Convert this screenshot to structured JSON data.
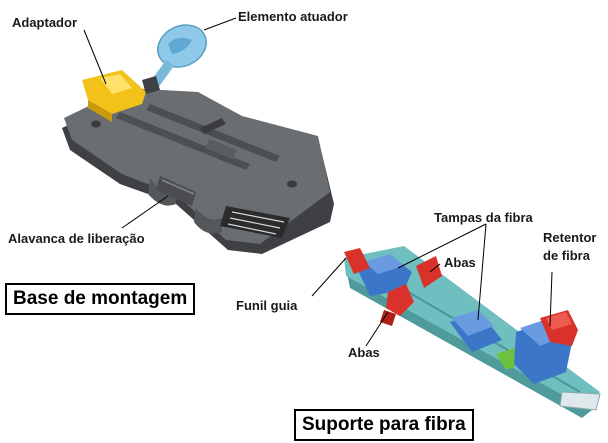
{
  "labels": {
    "adaptador": "Adaptador",
    "elemento_atuador": "Elemento atuador",
    "alavanca": "Alavanca de liberação",
    "tampas": "Tampas da fibra",
    "retentor_1": "Retentor",
    "retentor_2": "de fibra",
    "abas_top": "Abas",
    "funil": "Funil guia",
    "abas_bottom": "Abas"
  },
  "titles": {
    "base": "Base de montagem",
    "suporte": "Suporte para fibra"
  },
  "colors": {
    "base_dark": "#4a4c4f",
    "base_top": "#6a6d70",
    "adapter_yellow": "#f2c21a",
    "actuator_blue": "#8ec9e8",
    "holder_teal": "#6fbfc0",
    "cover_blue": "#3b76c9",
    "retainer_red": "#d8322a",
    "accent_green": "#6ec13c"
  }
}
